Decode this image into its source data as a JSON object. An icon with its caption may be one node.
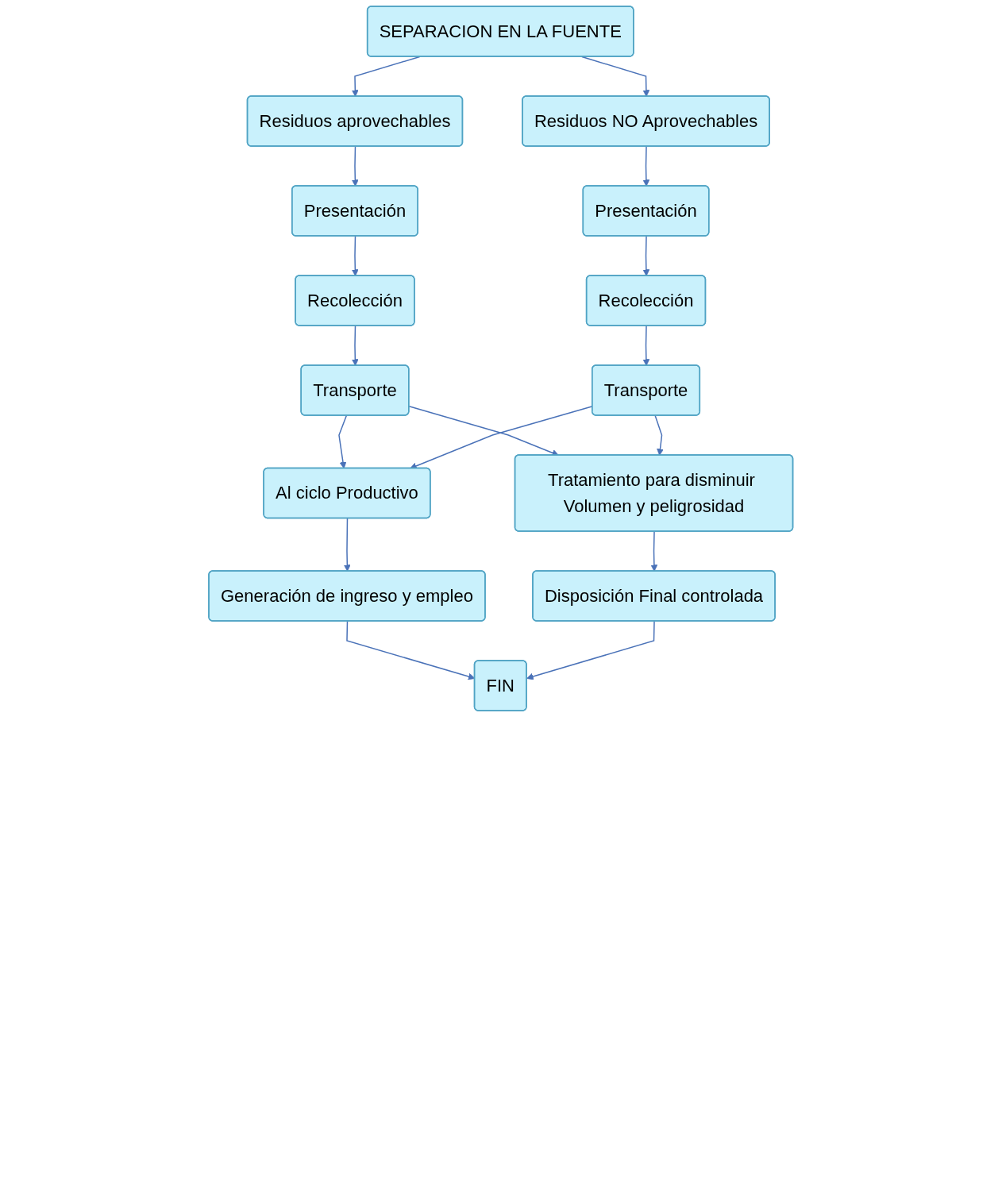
{
  "diagram": {
    "nodes": [
      {
        "text": [
          "SEPARACION EN LA FUENTE"
        ]
      },
      {
        "text": [
          "Residuos aprovechables"
        ]
      },
      {
        "text": [
          "Residuos NO Aprovechables"
        ]
      },
      {
        "text": [
          "Presentación"
        ]
      },
      {
        "text": [
          "Presentación"
        ]
      },
      {
        "text": [
          "Recolección"
        ]
      },
      {
        "text": [
          "Recolección"
        ]
      },
      {
        "text": [
          "Transporte"
        ]
      },
      {
        "text": [
          "Transporte"
        ]
      },
      {
        "text": [
          "Al ciclo Productivo"
        ]
      },
      {
        "text": [
          "Tratamiento para disminuir Volumen y peligrosidad"
        ]
      },
      {
        "text": [
          "Generación de ingreso y empleo"
        ]
      },
      {
        "text": [
          "Disposición Final controlada"
        ]
      },
      {
        "text": [
          "FIN"
        ]
      }
    ],
    "edges": [
      {
        "from": 0,
        "to": 1,
        "arrow": "to"
      },
      {
        "from": 0,
        "to": 2,
        "arrow": "to"
      },
      {
        "from": 1,
        "to": 3,
        "arrow": "to"
      },
      {
        "from": 2,
        "to": 4,
        "arrow": "to"
      },
      {
        "from": 3,
        "to": 5,
        "arrow": "to"
      },
      {
        "from": 4,
        "to": 6,
        "arrow": "to"
      },
      {
        "from": 5,
        "to": 7,
        "arrow": "to"
      },
      {
        "from": 6,
        "to": 8,
        "arrow": "to"
      },
      {
        "from": 7,
        "to": 9,
        "arrow": "to"
      },
      {
        "from": 7,
        "to": 10,
        "arrow": "to"
      },
      {
        "from": 8,
        "to": 9,
        "arrow": "to"
      },
      {
        "from": 8,
        "to": 10,
        "arrow": "to"
      },
      {
        "from": 9,
        "to": 11,
        "arrow": "to"
      },
      {
        "from": 10,
        "to": 12,
        "arrow": "to"
      },
      {
        "from": 11,
        "to": 13,
        "arrow": "to"
      },
      {
        "from": 12,
        "to": 13,
        "arrow": "to"
      }
    ]
  }
}
